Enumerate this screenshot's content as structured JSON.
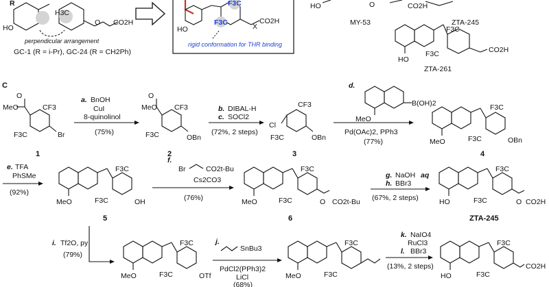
{
  "top": {
    "gc_r_label": "R",
    "gc_methyl": "H3C",
    "gc_acid": "CO2H",
    "gc_ho": "HO",
    "perpendicular": "perpendicular arrangement",
    "gc_caption": "GC-1 (R = i-Pr), GC-24 (R = CH2Ph)",
    "rigid": "rigid conformation for THR binding",
    "box_f3c_top": "F3C",
    "box_f3c_left": "F3C",
    "box_x": "X",
    "box_acid": "CO2H",
    "box_ho": "HO",
    "my53": "MY-53",
    "zta245_top": "ZTA-245",
    "zta261": "ZTA-261",
    "zta261_f3c_top": "F3C",
    "zta261_f3c_bot": "F3C",
    "zta261_ho": "HO",
    "zta261_acid": "CO2H",
    "top_ho": "HO",
    "top_acid": "CO2H"
  },
  "section_c": {
    "label": "C",
    "compounds": [
      {
        "num": "1"
      },
      {
        "num": "2"
      },
      {
        "num": "3"
      },
      {
        "num": "4"
      },
      {
        "num": "5"
      },
      {
        "num": "6"
      },
      {
        "num": "ZTA-245"
      }
    ],
    "text": {
      "meo": "MeO",
      "cf3": "CF3",
      "f3c": "F3C",
      "br": "Br",
      "obn": "OBn",
      "cl": "Cl",
      "oh": "OH",
      "otf": "OTf",
      "ho": "HO",
      "co2h": "CO2H",
      "co2tbu": "CO2t-Bu",
      "o": "O",
      "o_ester": "O",
      "b_oh2": "B(OH)2"
    },
    "steps": {
      "a": {
        "letter": "a.",
        "reagent": "BnOH",
        "l2": "CuI",
        "l3": "8-quinolinol",
        "yield": "(75%)"
      },
      "bc": {
        "b": "b.",
        "b_reagent": "DIBAL-H",
        "c": "c.",
        "c_reagent": "SOCl2",
        "yield": "(72%, 2 steps)"
      },
      "d": {
        "letter": "d.",
        "cat": "Pd(OAc)2, PPh3",
        "yield": "(77%)"
      },
      "e": {
        "letter": "e.",
        "reagent": "TFA",
        "l2": "PhSMe",
        "yield": "(92%)"
      },
      "f": {
        "letter": "f.",
        "reagent": "Br",
        "reagent2": "CO2t-Bu",
        "base": "Cs2CO3",
        "yield": "(76%)"
      },
      "gh": {
        "g": "g.",
        "g_reagent": "NaOH",
        "g_aq": "aq",
        "h": "h.",
        "h_reagent": "BBr3",
        "yield": "(67%, 2 steps)"
      },
      "i": {
        "letter": "i.",
        "reagent": "Tf2O, py",
        "yield": "(79%)"
      },
      "j": {
        "letter": "j.",
        "reagent": "SnBu3",
        "cat": "PdCl2(PPh3)2",
        "l3": "LiCl",
        "yield": "(68%)"
      },
      "kl": {
        "k": "k.",
        "k_reagent": "NaIO4",
        "k2": "RuCl3",
        "l": "l.",
        "l_reagent": "BBr3",
        "yield": "(13%, 2 steps)"
      }
    }
  }
}
